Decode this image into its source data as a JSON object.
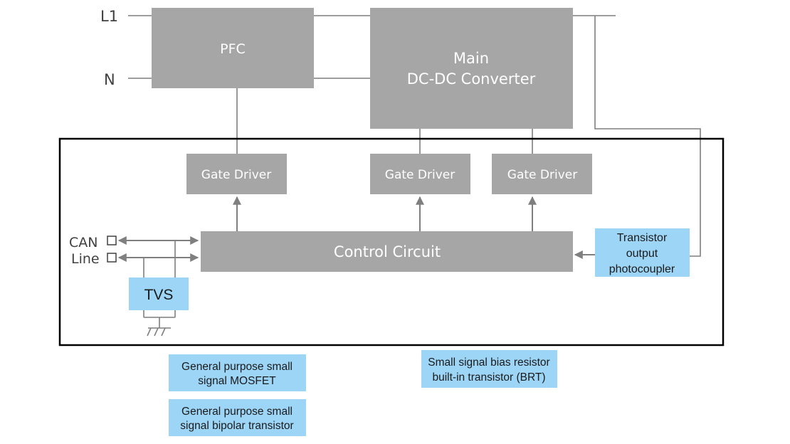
{
  "terminals": {
    "l1": "L1",
    "n": "N",
    "can": "CAN",
    "line": "Line"
  },
  "blocks": {
    "pfc": "PFC",
    "main_converter_line1": "Main",
    "main_converter_line2": "DC-DC Converter",
    "gate_driver_1": "Gate Driver",
    "gate_driver_2": "Gate Driver",
    "gate_driver_3": "Gate Driver",
    "control_circuit": "Control Circuit"
  },
  "devices": {
    "tvs": "TVS",
    "photocoupler_line1": "Transistor",
    "photocoupler_line2": "output",
    "photocoupler_line3": "photocoupler"
  },
  "legend": {
    "mosfet_line1": "General purpose small",
    "mosfet_line2": "signal MOSFET",
    "bipolar_line1": "General purpose small",
    "bipolar_line2": "signal bipolar transistor",
    "brt_line1": "Small signal bias resistor",
    "brt_line2": "built-in transistor (BRT)"
  },
  "colors": {
    "block": "#a6a6a6",
    "device_highlight": "#9dd5f7",
    "wire": "#7f7f7f"
  }
}
